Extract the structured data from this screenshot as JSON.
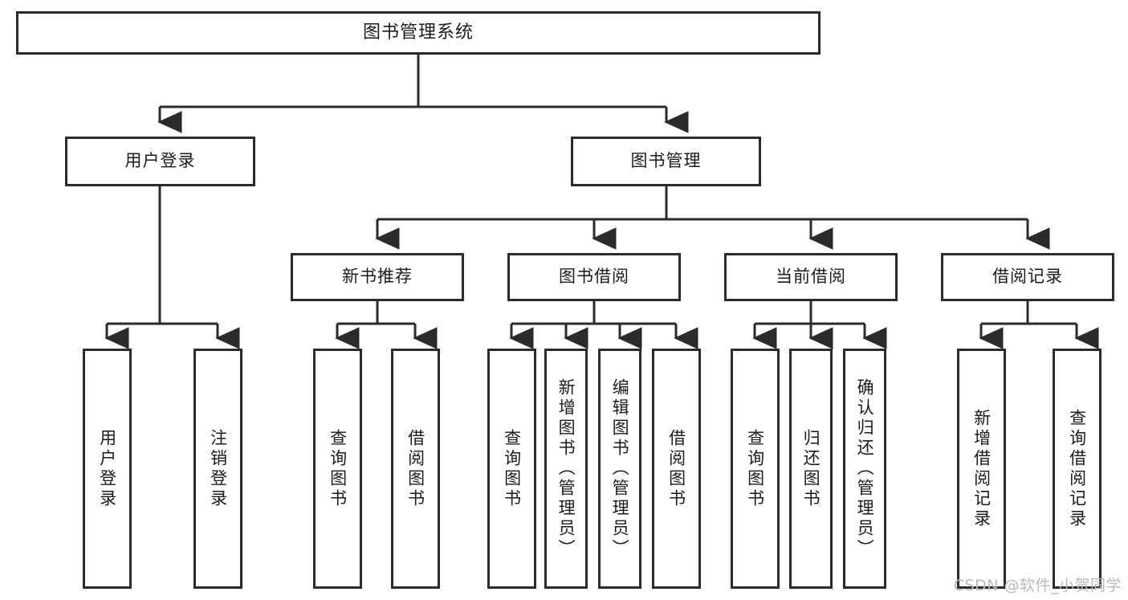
{
  "diagram": {
    "title": "图书管理系统",
    "type": "hierarchy-tree",
    "watermark": "CSDN @软件_小贺同学",
    "colors": {
      "border": "#2b2b2b",
      "background": "#ffffff",
      "text": "#1b1b1b",
      "watermark": "#b9b9b9"
    },
    "root": {
      "label": "图书管理系统"
    },
    "level2": [
      {
        "label": "用户登录"
      },
      {
        "label": "图书管理"
      }
    ],
    "level3": [
      {
        "label": "新书推荐"
      },
      {
        "label": "图书借阅"
      },
      {
        "label": "当前借阅"
      },
      {
        "label": "借阅记录"
      }
    ],
    "leaves": {
      "user_login": [
        {
          "label": "用户登录"
        },
        {
          "label": "注销登录"
        }
      ],
      "new_book_recommend": [
        {
          "label": "查询图书"
        },
        {
          "label": "借阅图书"
        }
      ],
      "book_borrow": [
        {
          "label": "查询图书"
        },
        {
          "label": "新增图书（管理员）"
        },
        {
          "label": "编辑图书（管理员）"
        },
        {
          "label": "借阅图书"
        }
      ],
      "current_borrow": [
        {
          "label": "查询图书"
        },
        {
          "label": "归还图书"
        },
        {
          "label": "确认归还（管理员）"
        }
      ],
      "borrow_records": [
        {
          "label": "新增借阅记录"
        },
        {
          "label": "查询借阅记录"
        }
      ]
    }
  }
}
